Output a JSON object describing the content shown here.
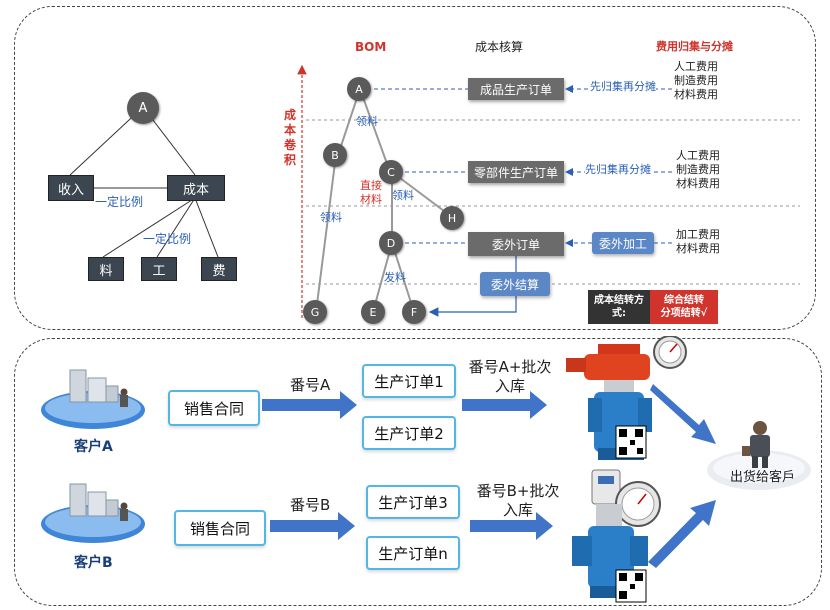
{
  "top_panel": {
    "left_tree": {
      "root": "A",
      "income": "收入",
      "cost": "成本",
      "ratio_label_1": "一定比例",
      "ratio_label_2": "一定比例",
      "leaf_1": "料",
      "leaf_2": "工",
      "leaf_3": "费"
    },
    "bom_title": "BOM",
    "cost_accounting_title": "成本核算",
    "fee_allocation_title": "费用归集与分摊",
    "cost_rollup_label": "成本卷积",
    "nodes": {
      "a": "A",
      "b": "B",
      "c": "C",
      "d": "D",
      "e": "E",
      "f": "F",
      "g": "G",
      "h": "H"
    },
    "edge_labels": {
      "pick_1": "领料",
      "pick_2": "领料",
      "pick_3": "领料",
      "direct_material": "直接材料",
      "issue": "发料"
    },
    "orders": {
      "finished": "成品生产订单",
      "parts": "零部件生产订单",
      "outsource": "委外订单",
      "outsource_settle": "委外结算",
      "outsource_process": "委外加工"
    },
    "allocation_labels": {
      "first": "先归集再分摊",
      "second": "先归集再分摊"
    },
    "fee_groups": {
      "g1": [
        "人工费用",
        "制造费用",
        "材料费用"
      ],
      "g2": [
        "人工费用",
        "制造费用",
        "材料费用"
      ],
      "g3": [
        "加工费用",
        "材料费用"
      ]
    },
    "settlement": {
      "method_label": "成本结转方式:",
      "method_value_1": "综合结转",
      "method_value_2": "分项结转√"
    }
  },
  "bottom_panel": {
    "customer_a": "客户A",
    "customer_b": "客户B",
    "contract_a": "销售合同",
    "contract_b": "销售合同",
    "number_a": "番号A",
    "number_b": "番号B",
    "order_1": "生产订单1",
    "order_2": "生产订单2",
    "order_3": "生产订单3",
    "order_n": "生产订单n",
    "warehouse_a": "番号A+批次入库",
    "warehouse_b": "番号B+批次入库",
    "ship": "出货给客戶"
  },
  "colors": {
    "accent_red": "#d0342c",
    "accent_blue": "#2b5fb5",
    "box_border": "#52b7e8",
    "arrow_blue": "#3f74c8"
  }
}
